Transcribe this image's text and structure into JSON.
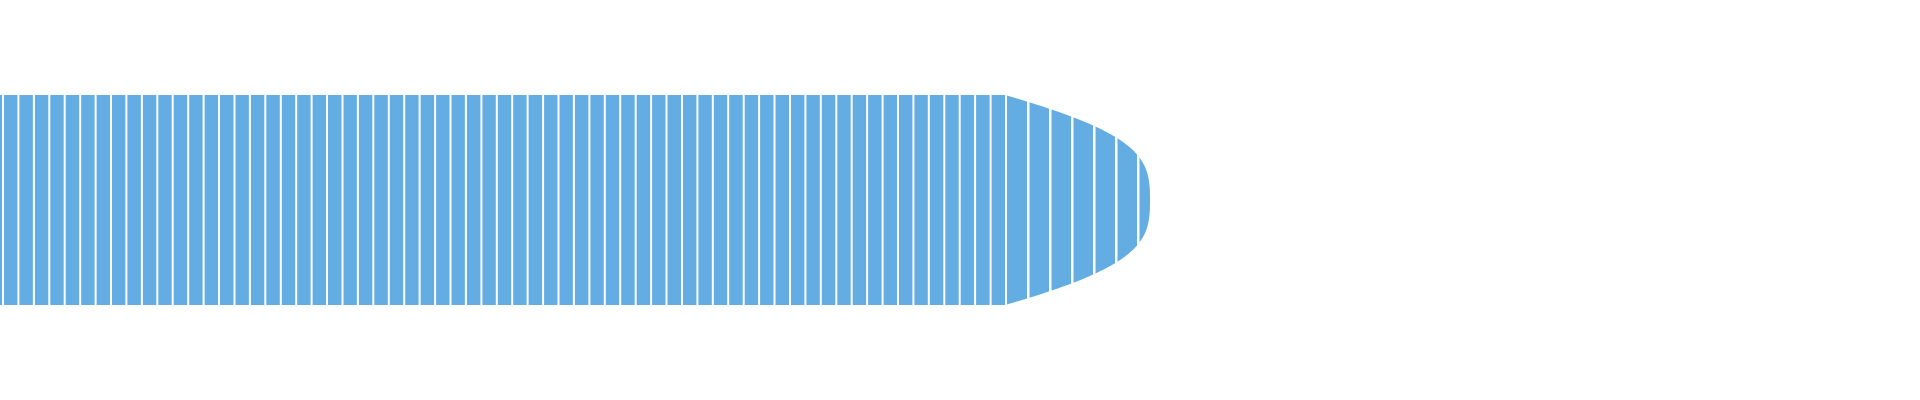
{
  "capsule": {
    "shape_icon": "rounded-capsule-right-end",
    "fill_color": "#63ADE3",
    "stripe_color": "#FFFFFF",
    "stripe_count": 73,
    "cap_stripe_count": 8
  }
}
